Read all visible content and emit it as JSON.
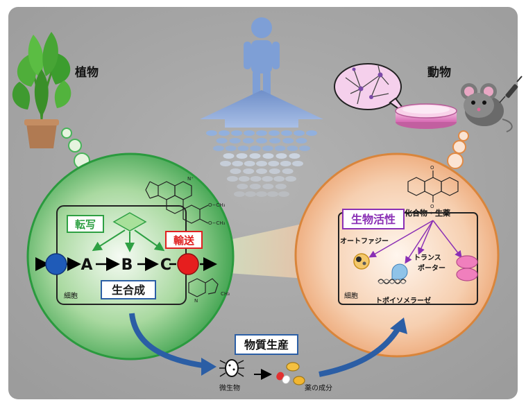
{
  "plant_label": "植物",
  "animal_label": "動物",
  "plant_cell": {
    "transcription": "転写",
    "transport": "輸送",
    "biosynthesis": "生合成",
    "cell": "細胞",
    "pathway": [
      "A",
      "B",
      "C"
    ]
  },
  "animal_cell": {
    "bioactivity": "生物活性",
    "compounds": "化合物・生薬",
    "autophagy": "オートファジー",
    "transporter_line1": "トランス",
    "transporter_line2": "ポーター",
    "topoisomerase": "トポイソメラーゼ",
    "cell": "細胞"
  },
  "production": {
    "title": "物質生産",
    "microbe": "微生物",
    "ingredients": "薬の成分"
  },
  "colors": {
    "background": "#a8a8a8",
    "plant_circle": "#33a652",
    "plant_fill": "#2f9a45",
    "animal_circle": "#d9853b",
    "animal_fill": "#f2b98e",
    "arrow_blue": "#2b5ea5",
    "transport_red": "#e02020",
    "bioactivity_purple": "#8a2fb5"
  }
}
